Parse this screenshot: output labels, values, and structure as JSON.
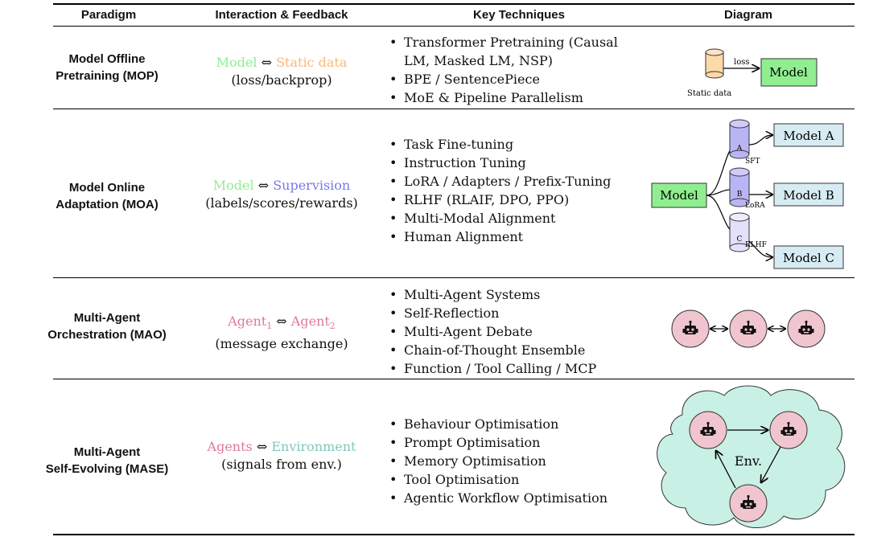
{
  "header": {
    "paradigm": "Paradigm",
    "interaction": "Interaction & Feedback",
    "techniques": "Key Techniques",
    "diagram": "Diagram"
  },
  "colors": {
    "model_green": "#90EE90",
    "static_orange": "#F8B87A",
    "supervision_blue": "#7777EE",
    "agent_pink": "#E07A95",
    "env_teal": "#7FC8BC",
    "cloud_fill": "#C9F0E4",
    "model_box_blue": "#D6ECF2",
    "agent_circle": "#F0C5CF"
  },
  "rows": [
    {
      "paradigm_line1": "Model Offline",
      "paradigm_line2": "Pretraining (MOP)",
      "left": "Model",
      "arrow": "⇔",
      "right": "Static data",
      "feedback": "(loss/backprop)",
      "techniques": [
        "Transformer Pretraining (Causal",
        "LM, Masked LM, NSP)",
        "BPE / SentencePiece",
        "MoE & Pipeline Parallelism"
      ],
      "diagram": {
        "edge_label": "loss",
        "model": "Model",
        "source": "Static data"
      }
    },
    {
      "paradigm_line1": "Model Online",
      "paradigm_line2": "Adaptation (MOA)",
      "left": "Model",
      "arrow": "⇔",
      "right": "Supervision",
      "feedback": "(labels/scores/rewards)",
      "techniques": [
        "Task Fine-tuning",
        "Instruction Tuning",
        "LoRA / Adapters / Prefix-Tuning",
        "RLHF (RLAIF, DPO, PPO)",
        "Multi-Modal Alignment",
        "Human Alignment"
      ],
      "diagram": {
        "model": "Model",
        "cyl_a": "A",
        "cyl_b": "B",
        "cyl_c": "C",
        "label_a": "SFT",
        "label_b": "LoRA",
        "label_c": "RLHF",
        "out_a": "Model A",
        "out_b": "Model B",
        "out_c": "Model C"
      }
    },
    {
      "paradigm_line1": "Multi-Agent",
      "paradigm_line2": "Orchestration (MAO)",
      "left": "Agent",
      "left_sub": "1",
      "arrow": "⇔",
      "right": "Agent",
      "right_sub": "2",
      "feedback": "(message exchange)",
      "techniques": [
        "Multi-Agent Systems",
        "Self-Reflection",
        "Multi-Agent Debate",
        "Chain-of-Thought Ensemble",
        "Function / Tool Calling / MCP"
      ],
      "diagram": {
        "icon": "robot-icon"
      }
    },
    {
      "paradigm_line1": "Multi-Agent",
      "paradigm_line2": "Self-Evolving (MASE)",
      "left": "Agents",
      "arrow": "⇔",
      "right": "Environment",
      "feedback": "(signals from env.)",
      "techniques": [
        "Behaviour Optimisation",
        "Prompt Optimisation",
        "Memory Optimisation",
        "Tool Optimisation",
        "Agentic Workflow Optimisation"
      ],
      "diagram": {
        "env_label": "Env.",
        "icon": "robot-icon"
      }
    }
  ]
}
